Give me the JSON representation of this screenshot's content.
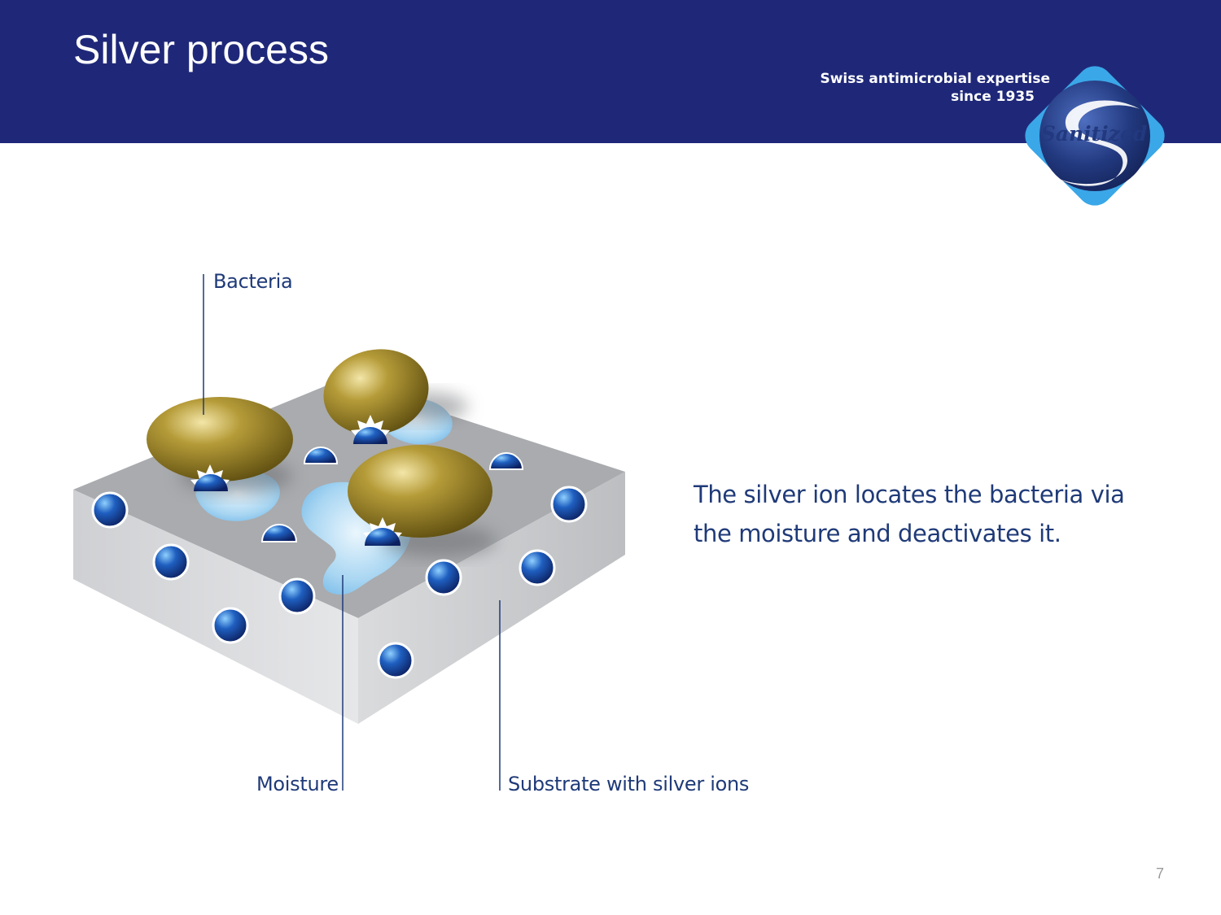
{
  "slide": {
    "title": "Silver process",
    "page_number": "7"
  },
  "brand": {
    "tagline_line1": "Swiss antimicrobial expertise",
    "tagline_line2": "since 1935",
    "logo_text": "Sanitized",
    "colors": {
      "header": "#1f2878",
      "logo_diamond": "#3aa7e8",
      "logo_circle": "#1f3a8a",
      "text_blue": "#1f3a78"
    }
  },
  "diagram": {
    "labels": {
      "bacteria": "Bacteria",
      "moisture": "Moisture",
      "substrate": "Substrate with silver ions"
    },
    "caption": "The silver ion locates the bacteria via the moisture and deactivates it.",
    "colors": {
      "bacteria": "#a08a2a",
      "silver_ion": "#1f4aa0",
      "moisture": "#7fc0e8",
      "substrate_top": "#a9abae",
      "substrate_side": "#d6d7d9"
    }
  }
}
